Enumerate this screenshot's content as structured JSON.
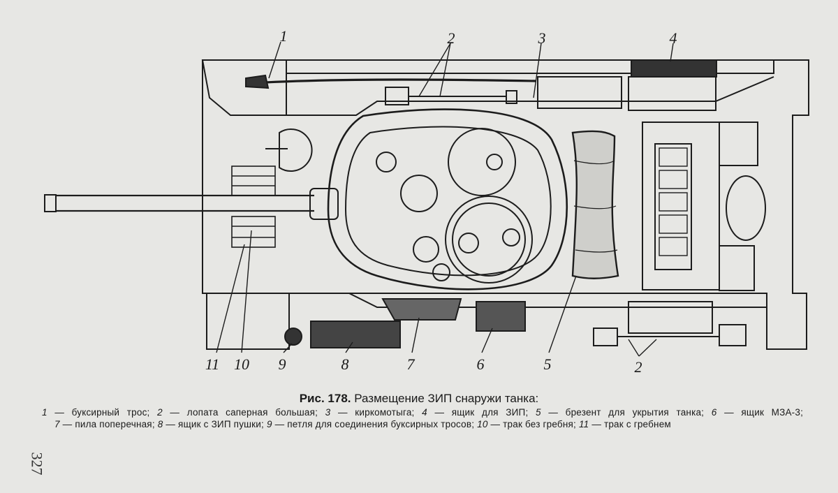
{
  "figure": {
    "callouts": [
      "1",
      "2",
      "3",
      "4",
      "5",
      "6",
      "7",
      "8",
      "9",
      "10",
      "11",
      "2"
    ],
    "caption_number": "Рис. 178.",
    "caption_title": "Размещение ЗИП снаружи танка:",
    "legend": [
      {
        "num": "1",
        "text": "— буксирный трос;"
      },
      {
        "num": "2",
        "text": "— лопата саперная большая;"
      },
      {
        "num": "3",
        "text": "— киркомотыга;"
      },
      {
        "num": "4",
        "text": "— ящик для ЗИП;"
      },
      {
        "num": "5",
        "text": "— брезент для укрытия танка;"
      },
      {
        "num": "6",
        "text": "— ящик МЗА-3;"
      },
      {
        "num": "7",
        "text": "— пила поперечная;"
      },
      {
        "num": "8",
        "text": "— ящик с ЗИП пушки;"
      },
      {
        "num": "9",
        "text": "— петля для соединения буксирных тросов;"
      },
      {
        "num": "10",
        "text": "— трак без гребня;"
      },
      {
        "num": "11",
        "text": "— трак с гребнем"
      }
    ],
    "page_number": "327"
  }
}
